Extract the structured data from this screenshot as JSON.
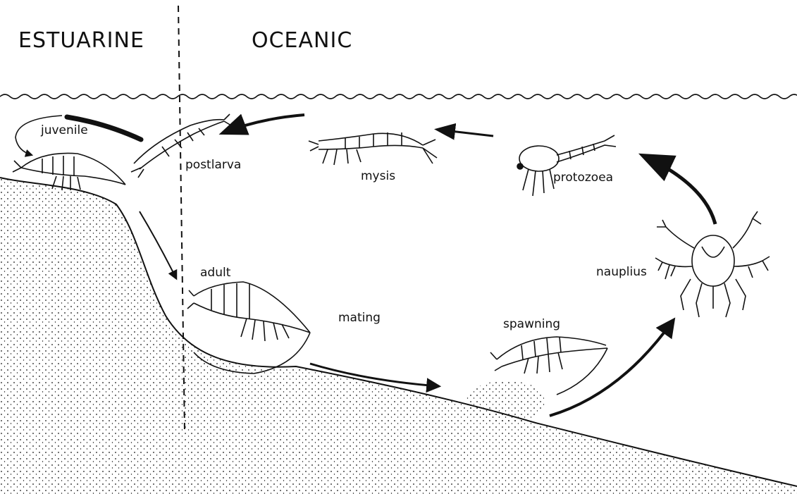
{
  "zones": {
    "estuarine": "ESTUARINE",
    "oceanic": "OCEANIC"
  },
  "stages": {
    "juvenile": "juvenile",
    "postlarva": "postlarva",
    "mysis": "mysis",
    "protozoea": "protozoea",
    "nauplius": "nauplius",
    "adult": "adult",
    "mating": "mating",
    "spawning": "spawning"
  },
  "colors": {
    "ink": "#111111",
    "background": "#ffffff"
  }
}
